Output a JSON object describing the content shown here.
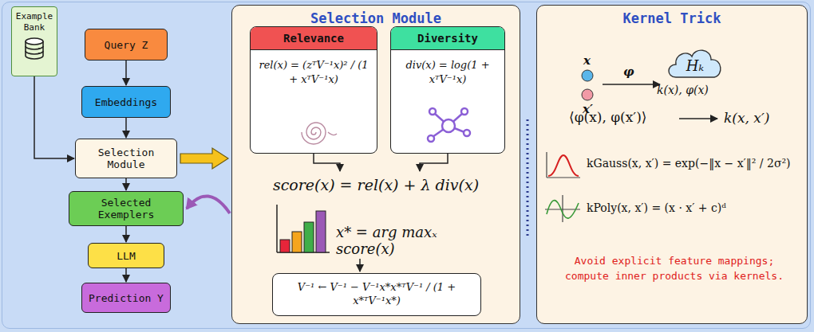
{
  "diagram": {
    "nodes": [
      {
        "text": [
          "Example Bank"
        ]
      },
      {
        "text": [
          "Query Z"
        ]
      },
      {
        "text": [
          "Embeddings"
        ]
      },
      {
        "text": [
          "Selection Module"
        ]
      },
      {
        "text": [
          "Selected Exemplers"
        ]
      },
      {
        "text": [
          "LLM"
        ]
      },
      {
        "text": [
          "Prediction Y"
        ]
      },
      {
        "text": [
          "Selection Module"
        ]
      },
      {
        "text": [
          "Relevance",
          "rel(x) = (zᵀV⁻¹x)² / (1 + xᵀV⁻¹x)"
        ],
        "in": 7
      },
      {
        "text": [
          "Diversity",
          "div(x) = log(1 + xᵀV⁻¹x)"
        ],
        "in": 7
      },
      {
        "text": [
          "V⁻¹ ← V⁻¹ − V⁻¹x*x*ᵀV⁻¹ / (1 + x*ᵀV⁻¹x*)"
        ],
        "in": 7
      },
      {
        "text": [
          "Kernel Trick"
        ]
      },
      {
        "text": [
          "Hₖ"
        ],
        "in": 11
      }
    ],
    "edges": [
      {
        "from": 0,
        "to": 3,
        "arrow": "to"
      },
      {
        "from": 1,
        "to": 2,
        "arrow": "to"
      },
      {
        "from": 2,
        "to": 3,
        "arrow": "to"
      },
      {
        "from": 3,
        "to": 4,
        "arrow": "to"
      },
      {
        "from": 4,
        "to": 5,
        "arrow": "to"
      },
      {
        "from": 5,
        "to": 6,
        "arrow": "to"
      },
      {
        "from": 3,
        "to": 7,
        "arrow": "to"
      },
      {
        "from": 7,
        "to": 4,
        "arrow": "to"
      }
    ],
    "labels": [
      "score(x) = rel(x) + λ div(x)",
      "x* = arg maxₓ score(x)",
      "x",
      "x′",
      "φ",
      "k(x), φ(x)",
      "⟨φ(x), φ(x′)⟩",
      "k(x, x′)",
      "kGauss(x, x′) = exp(−‖x − x′‖² / 2σ²)",
      "kPoly(x, x′) = (x · x′ + c)ᵈ",
      "Avoid explicit feature mappings; compute inner products via kernels."
    ]
  }
}
